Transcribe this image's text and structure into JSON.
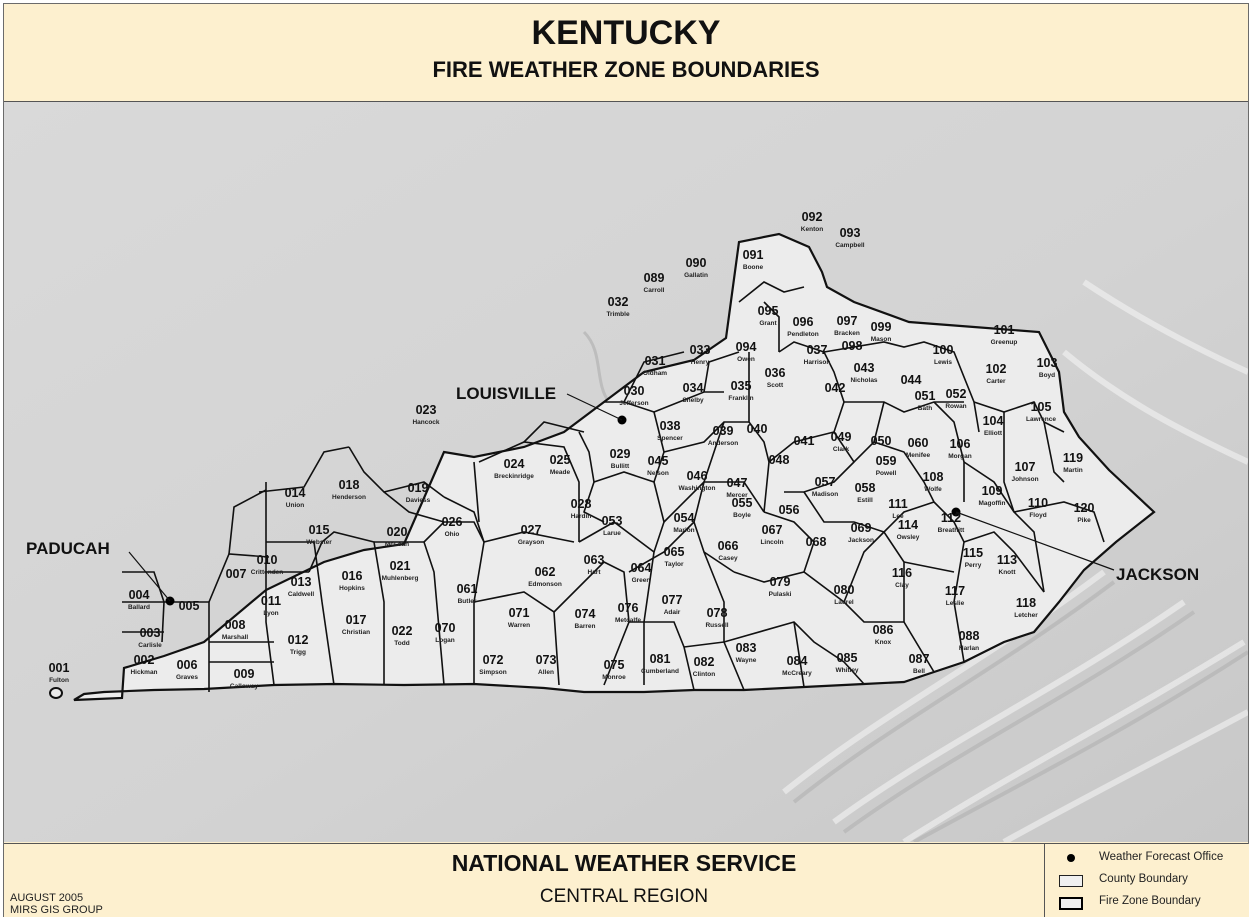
{
  "header": {
    "title": "KENTUCKY",
    "subtitle": "FIRE WEATHER ZONE BOUNDARIES"
  },
  "footer": {
    "organization": "NATIONAL WEATHER SERVICE",
    "region": "CENTRAL REGION",
    "credit_line1": "AUGUST 2005",
    "credit_line2": "MIRS GIS GROUP"
  },
  "legend": {
    "items": [
      {
        "label": "Weather Forecast Office",
        "symbol": "dot"
      },
      {
        "label": "County Boundary",
        "symbol": "thin-box"
      },
      {
        "label": "Fire Zone Boundary",
        "symbol": "thick-box"
      }
    ]
  },
  "offices": [
    {
      "name": "PADUCAH"
    },
    {
      "name": "LOUISVILLE"
    },
    {
      "name": "JACKSON"
    }
  ],
  "zones": [
    {
      "code": "001",
      "county": "Fulton"
    },
    {
      "code": "002",
      "county": "Hickman"
    },
    {
      "code": "003",
      "county": "Carlisle"
    },
    {
      "code": "004",
      "county": "Ballard"
    },
    {
      "code": "005",
      "county": ""
    },
    {
      "code": "006",
      "county": "Graves"
    },
    {
      "code": "007",
      "county": ""
    },
    {
      "code": "008",
      "county": "Marshall"
    },
    {
      "code": "009",
      "county": "Calloway"
    },
    {
      "code": "010",
      "county": "Crittenden"
    },
    {
      "code": "011",
      "county": "Lyon"
    },
    {
      "code": "012",
      "county": "Trigg"
    },
    {
      "code": "013",
      "county": "Caldwell"
    },
    {
      "code": "014",
      "county": "Union"
    },
    {
      "code": "015",
      "county": "Webster"
    },
    {
      "code": "016",
      "county": "Hopkins"
    },
    {
      "code": "017",
      "county": "Christian"
    },
    {
      "code": "018",
      "county": "Henderson"
    },
    {
      "code": "019",
      "county": "Daviess"
    },
    {
      "code": "020",
      "county": "McLean"
    },
    {
      "code": "021",
      "county": "Muhlenberg"
    },
    {
      "code": "022",
      "county": "Todd"
    },
    {
      "code": "023",
      "county": "Hancock"
    },
    {
      "code": "024",
      "county": "Breckinridge"
    },
    {
      "code": "025",
      "county": "Meade"
    },
    {
      "code": "026",
      "county": "Ohio"
    },
    {
      "code": "027",
      "county": "Grayson"
    },
    {
      "code": "028",
      "county": "Hardin"
    },
    {
      "code": "029",
      "county": "Bullitt"
    },
    {
      "code": "030",
      "county": "Jefferson"
    },
    {
      "code": "031",
      "county": "Oldham"
    },
    {
      "code": "032",
      "county": "Trimble"
    },
    {
      "code": "033",
      "county": "Henry"
    },
    {
      "code": "034",
      "county": "Shelby"
    },
    {
      "code": "035",
      "county": "Franklin"
    },
    {
      "code": "036",
      "county": "Scott"
    },
    {
      "code": "037",
      "county": "Harrison"
    },
    {
      "code": "038",
      "county": "Spencer"
    },
    {
      "code": "039",
      "county": "Anderson"
    },
    {
      "code": "040",
      "county": ""
    },
    {
      "code": "041",
      "county": ""
    },
    {
      "code": "042",
      "county": ""
    },
    {
      "code": "043",
      "county": "Nicholas"
    },
    {
      "code": "044",
      "county": ""
    },
    {
      "code": "045",
      "county": "Nelson"
    },
    {
      "code": "046",
      "county": "Washington"
    },
    {
      "code": "047",
      "county": "Mercer"
    },
    {
      "code": "048",
      "county": ""
    },
    {
      "code": "049",
      "county": "Clark"
    },
    {
      "code": "050",
      "county": ""
    },
    {
      "code": "051",
      "county": "Bath"
    },
    {
      "code": "052",
      "county": "Rowan"
    },
    {
      "code": "053",
      "county": "Larue"
    },
    {
      "code": "054",
      "county": "Marion"
    },
    {
      "code": "055",
      "county": "Boyle"
    },
    {
      "code": "056",
      "county": ""
    },
    {
      "code": "057",
      "county": "Madison"
    },
    {
      "code": "058",
      "county": "Estill"
    },
    {
      "code": "059",
      "county": "Powell"
    },
    {
      "code": "060",
      "county": "Menifee"
    },
    {
      "code": "061",
      "county": "Butler"
    },
    {
      "code": "062",
      "county": "Edmonson"
    },
    {
      "code": "063",
      "county": "Hart"
    },
    {
      "code": "064",
      "county": "Green"
    },
    {
      "code": "065",
      "county": "Taylor"
    },
    {
      "code": "066",
      "county": "Casey"
    },
    {
      "code": "067",
      "county": "Lincoln"
    },
    {
      "code": "068",
      "county": ""
    },
    {
      "code": "069",
      "county": "Jackson"
    },
    {
      "code": "070",
      "county": "Logan"
    },
    {
      "code": "071",
      "county": "Warren"
    },
    {
      "code": "072",
      "county": "Simpson"
    },
    {
      "code": "073",
      "county": "Allen"
    },
    {
      "code": "074",
      "county": "Barren"
    },
    {
      "code": "075",
      "county": "Monroe"
    },
    {
      "code": "076",
      "county": "Metcalfe"
    },
    {
      "code": "077",
      "county": "Adair"
    },
    {
      "code": "078",
      "county": "Russell"
    },
    {
      "code": "079",
      "county": "Pulaski"
    },
    {
      "code": "080",
      "county": "Laurel"
    },
    {
      "code": "081",
      "county": "Cumberland"
    },
    {
      "code": "082",
      "county": "Clinton"
    },
    {
      "code": "083",
      "county": "Wayne"
    },
    {
      "code": "084",
      "county": "McCreary"
    },
    {
      "code": "085",
      "county": "Whitley"
    },
    {
      "code": "086",
      "county": "Knox"
    },
    {
      "code": "087",
      "county": "Bell"
    },
    {
      "code": "088",
      "county": "Harlan"
    },
    {
      "code": "089",
      "county": "Carroll"
    },
    {
      "code": "090",
      "county": "Gallatin"
    },
    {
      "code": "091",
      "county": "Boone"
    },
    {
      "code": "092",
      "county": "Kenton"
    },
    {
      "code": "093",
      "county": "Campbell"
    },
    {
      "code": "094",
      "county": "Owen"
    },
    {
      "code": "095",
      "county": "Grant"
    },
    {
      "code": "096",
      "county": "Pendleton"
    },
    {
      "code": "097",
      "county": "Bracken"
    },
    {
      "code": "098",
      "county": ""
    },
    {
      "code": "099",
      "county": "Mason"
    },
    {
      "code": "100",
      "county": "Lewis"
    },
    {
      "code": "101",
      "county": "Greenup"
    },
    {
      "code": "102",
      "county": "Carter"
    },
    {
      "code": "103",
      "county": "Boyd"
    },
    {
      "code": "104",
      "county": "Elliott"
    },
    {
      "code": "105",
      "county": "Lawrence"
    },
    {
      "code": "106",
      "county": "Morgan"
    },
    {
      "code": "107",
      "county": "Johnson"
    },
    {
      "code": "108",
      "county": "Wolfe"
    },
    {
      "code": "109",
      "county": "Magoffin"
    },
    {
      "code": "110",
      "county": "Floyd"
    },
    {
      "code": "111",
      "county": "Lee"
    },
    {
      "code": "112",
      "county": "Breathitt"
    },
    {
      "code": "113",
      "county": "Knott"
    },
    {
      "code": "114",
      "county": "Owsley"
    },
    {
      "code": "115",
      "county": "Perry"
    },
    {
      "code": "116",
      "county": "Clay"
    },
    {
      "code": "117",
      "county": "Leslie"
    },
    {
      "code": "118",
      "county": "Letcher"
    },
    {
      "code": "119",
      "county": "Martin"
    },
    {
      "code": "120",
      "county": "Pike"
    }
  ],
  "colors": {
    "header_bg": "#fdf0cf",
    "map_bg": "#d6d6d6",
    "state_fill": "#ebebeb",
    "boundary": "#111111"
  }
}
